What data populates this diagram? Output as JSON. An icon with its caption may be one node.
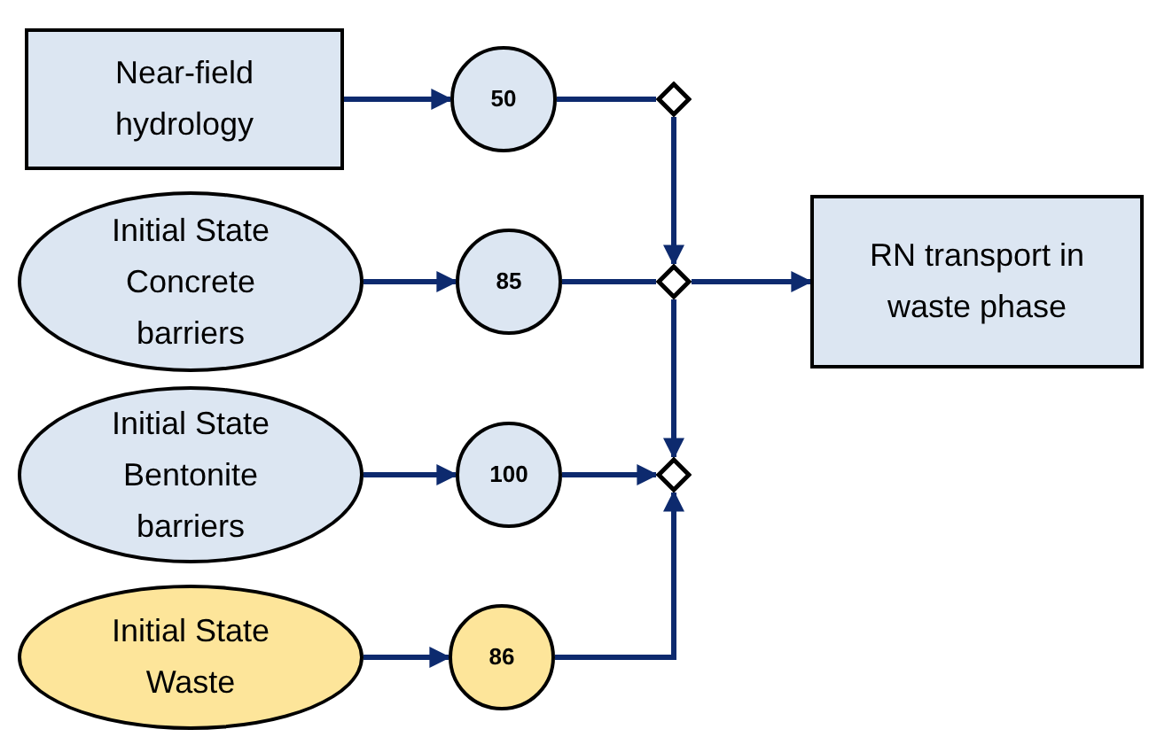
{
  "diagram": {
    "nodes": [
      {
        "text": [
          "Near-field hydrology"
        ]
      },
      {
        "text": [
          "Initial State Concrete barriers"
        ]
      },
      {
        "text": [
          "Initial State Bentonite barriers"
        ]
      },
      {
        "text": [
          "Initial State Waste"
        ]
      },
      {
        "text": [
          "50"
        ]
      },
      {
        "text": [
          "85"
        ]
      },
      {
        "text": [
          "100"
        ]
      },
      {
        "text": [
          "86"
        ]
      },
      {
        "text": [],
        "shape": "diamond"
      },
      {
        "text": [],
        "shape": "diamond"
      },
      {
        "text": [],
        "shape": "diamond"
      },
      {
        "text": [
          "RN transport in waste phase"
        ]
      }
    ],
    "edges": [
      {
        "from": 0,
        "to": 4,
        "arrow": "to"
      },
      {
        "from": 1,
        "to": 5,
        "arrow": "to"
      },
      {
        "from": 2,
        "to": 6,
        "arrow": "to"
      },
      {
        "from": 3,
        "to": 7,
        "arrow": "to"
      },
      {
        "from": 4,
        "to": 8,
        "arrow": "none"
      },
      {
        "from": 8,
        "to": 9,
        "arrow": "to"
      },
      {
        "from": 5,
        "to": 9,
        "arrow": "none"
      },
      {
        "from": 9,
        "to": 11,
        "arrow": "to"
      },
      {
        "from": 9,
        "to": 10,
        "arrow": "to"
      },
      {
        "from": 6,
        "to": 10,
        "arrow": "to"
      },
      {
        "from": 7,
        "to": 10,
        "arrow": "to"
      }
    ]
  }
}
